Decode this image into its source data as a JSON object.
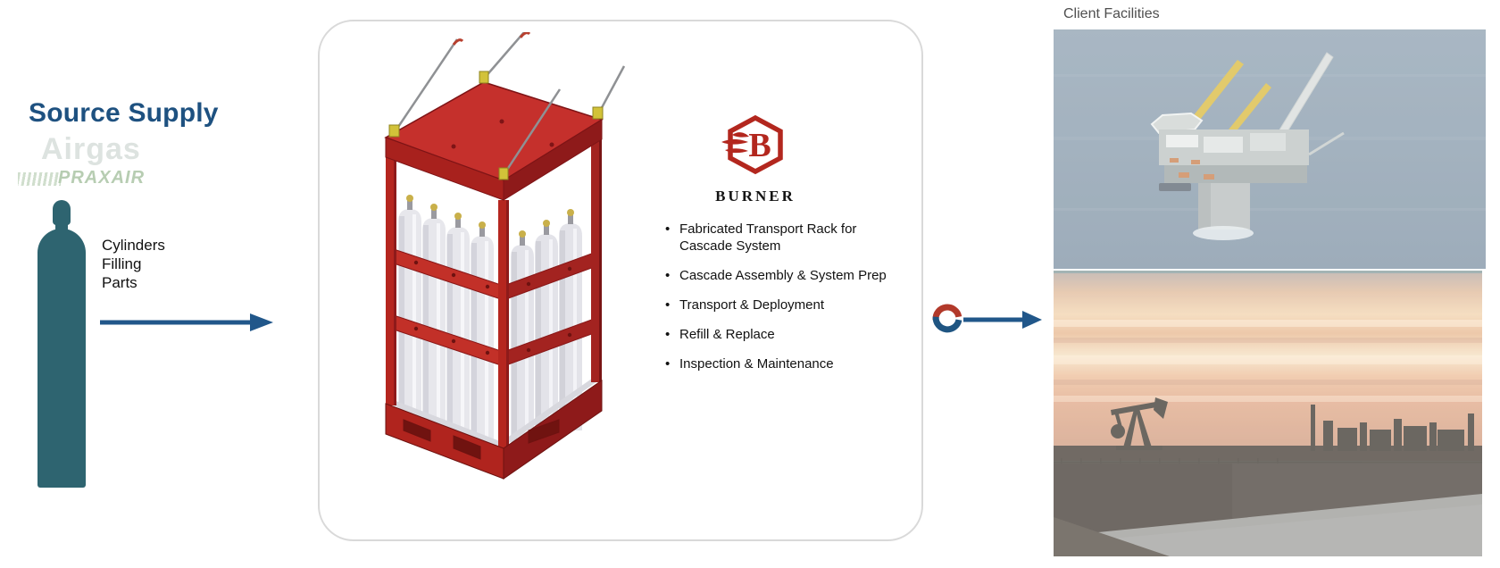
{
  "slide": {
    "background": "#ffffff"
  },
  "source_supply": {
    "title": "Source Supply",
    "suppliers": {
      "primary": "Airgas",
      "secondary": "PRAXAIR"
    },
    "items": [
      "Cylinders",
      "Filling",
      "Parts"
    ],
    "colors": {
      "title": "#1e5180",
      "cylinder": "#2e6470",
      "arrow": "#21578a"
    }
  },
  "burner_card": {
    "brand": "BURNER",
    "logo": {
      "letter": "B",
      "color": "#b3271e"
    },
    "bullet_glyph": "•",
    "bullets": [
      "Fabricated Transport Rack for Cascade System",
      "Cascade Assembly & System Prep",
      "Transport & Deployment",
      "Refill & Replace",
      "Inspection & Maintenance"
    ]
  },
  "client_facilities": {
    "title": "Client Facilities",
    "photos": [
      {
        "name": "offshore-platform"
      },
      {
        "name": "onshore-oilfield-sunset"
      }
    ]
  },
  "flow": {
    "arrow_color": "#21578a",
    "connector": {
      "top_arc": "#b2392a",
      "bottom_arc": "#1f5582"
    }
  }
}
